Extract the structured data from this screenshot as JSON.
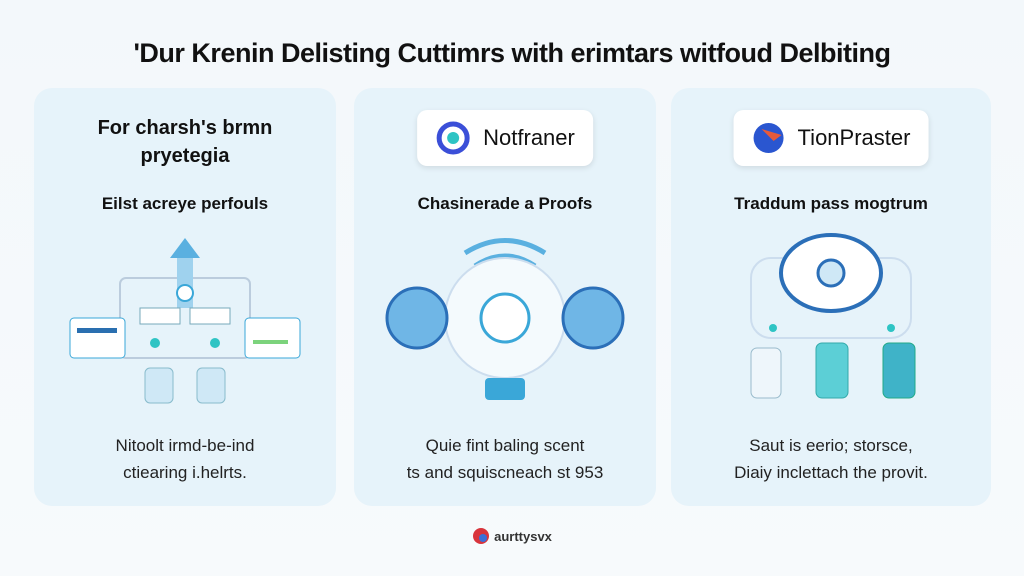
{
  "title": "'Dur Krenin Delisting Cuttimrs with erimtars witfoud Delbiting",
  "cards": [
    {
      "heading_line1": "For charsh's brmn",
      "heading_line2": "pryetegia",
      "subtitle": "Eilst acreye perfouls",
      "desc_line1": "Nitoolt irmd-be-ind",
      "desc_line2": "ctiearing i.helrts."
    },
    {
      "logo_text": "Notfraner",
      "subtitle": "Chasinerade a Proofs",
      "desc_line1": "Quie fint baling scent",
      "desc_line2": "ts and squiscneach st 953"
    },
    {
      "logo_text": "TionPraster",
      "subtitle": "Traddum pass mogtrum",
      "desc_line1": "Saut is eerio; storsce,",
      "desc_line2": "Diaiy inclettach the provit."
    }
  ],
  "footer": {
    "brand": "aurttysvx"
  },
  "colors": {
    "card": "#e6f3fa",
    "accent": "#3aa7d8",
    "teal": "#2ec4c4"
  }
}
